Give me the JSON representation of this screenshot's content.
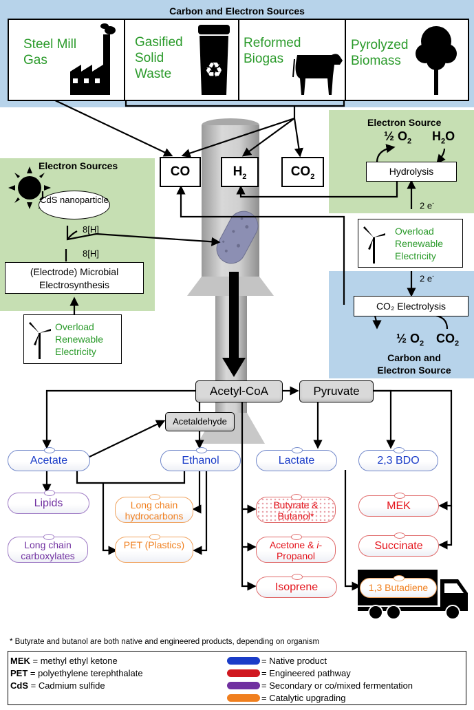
{
  "top_panel": {
    "title": "Carbon and Electron Sources",
    "sources": [
      {
        "label": "Steel Mill Gas",
        "icon": "factory-icon"
      },
      {
        "label": "Gasified Solid Waste",
        "icon": "recycle-bin-icon"
      },
      {
        "label": "Reformed Biogas",
        "icon": "cow-icon"
      },
      {
        "label": "Pyrolyzed Biomass",
        "icon": "tree-icon"
      }
    ]
  },
  "gases": {
    "co": "CO",
    "h2": "H",
    "h2_sub": "2",
    "co2": "CO",
    "co2_sub": "2"
  },
  "left_panel": {
    "title": "Electron Sources",
    "nanoparticle": "CdS nanoparticle",
    "h1": "8[H]",
    "h2": "8[H]",
    "electrode": "(Electrode) Microbial Electrosynthesis",
    "renewable": "Overload Renewable Electricity"
  },
  "right_top_panel": {
    "title": "Electron Source",
    "half": "½ O",
    "half_sub": "2",
    "water": "H",
    "water_sub": "2",
    "water_o": "O",
    "hydrolysis": "Hydrolysis",
    "electrons": "2 e",
    "electrons_sup": "-"
  },
  "right_mid": {
    "renewable": "Overload Renewable Electricity",
    "electrons": "2 e",
    "electrons_sup": "-"
  },
  "right_bottom_panel": {
    "electrolysis": "CO₂ Electrolysis",
    "half": "½ O",
    "half_sub": "2",
    "co2": "CO",
    "co2_sub": "2",
    "title": "Carbon and Electron Source"
  },
  "metabolism": {
    "acetyl_coa": "Acetyl-CoA",
    "pyruvate": "Pyruvate",
    "acetaldehyde": "Acetaldehyde"
  },
  "products": {
    "acetate": "Acetate",
    "ethanol": "Ethanol",
    "lactate": "Lactate",
    "bdo": "2,3 BDO",
    "lipids": "Lipids",
    "long_chain_hydrocarbons": "Long chain hydrocarbons",
    "butyrate": "Butyrate & Butanol*",
    "mek": "MEK",
    "long_chain_carboxylates": "Long chain carboxylates",
    "pet": "PET (Plastics)",
    "acetone": "Acetone & ",
    "acetone_i": "i",
    "acetone_rest": "-Propanol",
    "succinate": "Succinate",
    "isoprene": "Isoprene",
    "butadiene": "1,3 Butadiene"
  },
  "footnote": "* Butyrate and butanol are both native and engineered products, depending on organism",
  "legend": {
    "abbrev": [
      {
        "key": "MEK",
        "text": " = methyl ethyl ketone"
      },
      {
        "key": "PET",
        "text": " = polyethylene terephthalate"
      },
      {
        "key": "CdS",
        "text": " = Cadmium sulfide"
      }
    ],
    "colors": [
      {
        "color": "#1a3cc8",
        "text": "= Native product"
      },
      {
        "color": "#d01820",
        "text": "= Engineered pathway"
      },
      {
        "color": "#7030a0",
        "text": "= Secondary or co/mixed fermentation"
      },
      {
        "color": "#f07f1e",
        "text": "= Catalytic upgrading"
      }
    ]
  }
}
